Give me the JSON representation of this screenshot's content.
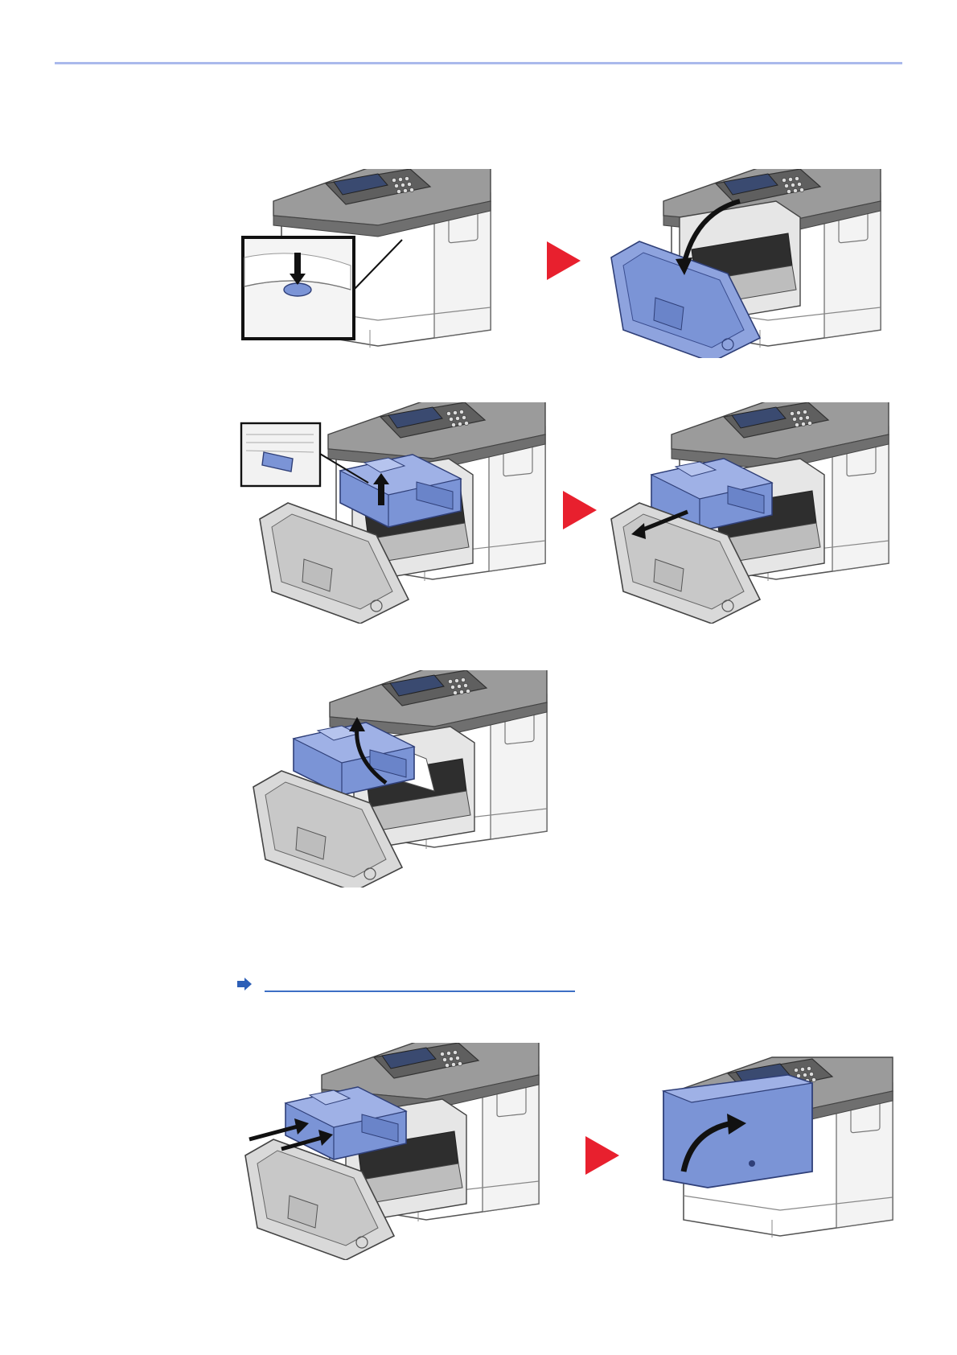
{
  "document": {
    "header_rule_color": "#aab9ec",
    "accent_blue": "#7b94d6",
    "arrow_red": "#e8202e",
    "link_blue": "#2d5fb7",
    "reference_link_text": ""
  },
  "figures": [
    {
      "id": "press-release-button",
      "icon": "printer-release-button-illustration"
    },
    {
      "id": "open-front-cover",
      "icon": "printer-front-cover-open-illustration"
    },
    {
      "id": "lift-toner-lever",
      "icon": "toner-lever-lift-illustration"
    },
    {
      "id": "pull-toner-out",
      "icon": "toner-pull-out-illustration"
    },
    {
      "id": "remove-toner-up",
      "icon": "toner-remove-upward-illustration"
    },
    {
      "id": "insert-toner",
      "icon": "toner-insert-illustration"
    },
    {
      "id": "close-front-cover",
      "icon": "printer-front-cover-close-illustration"
    }
  ]
}
